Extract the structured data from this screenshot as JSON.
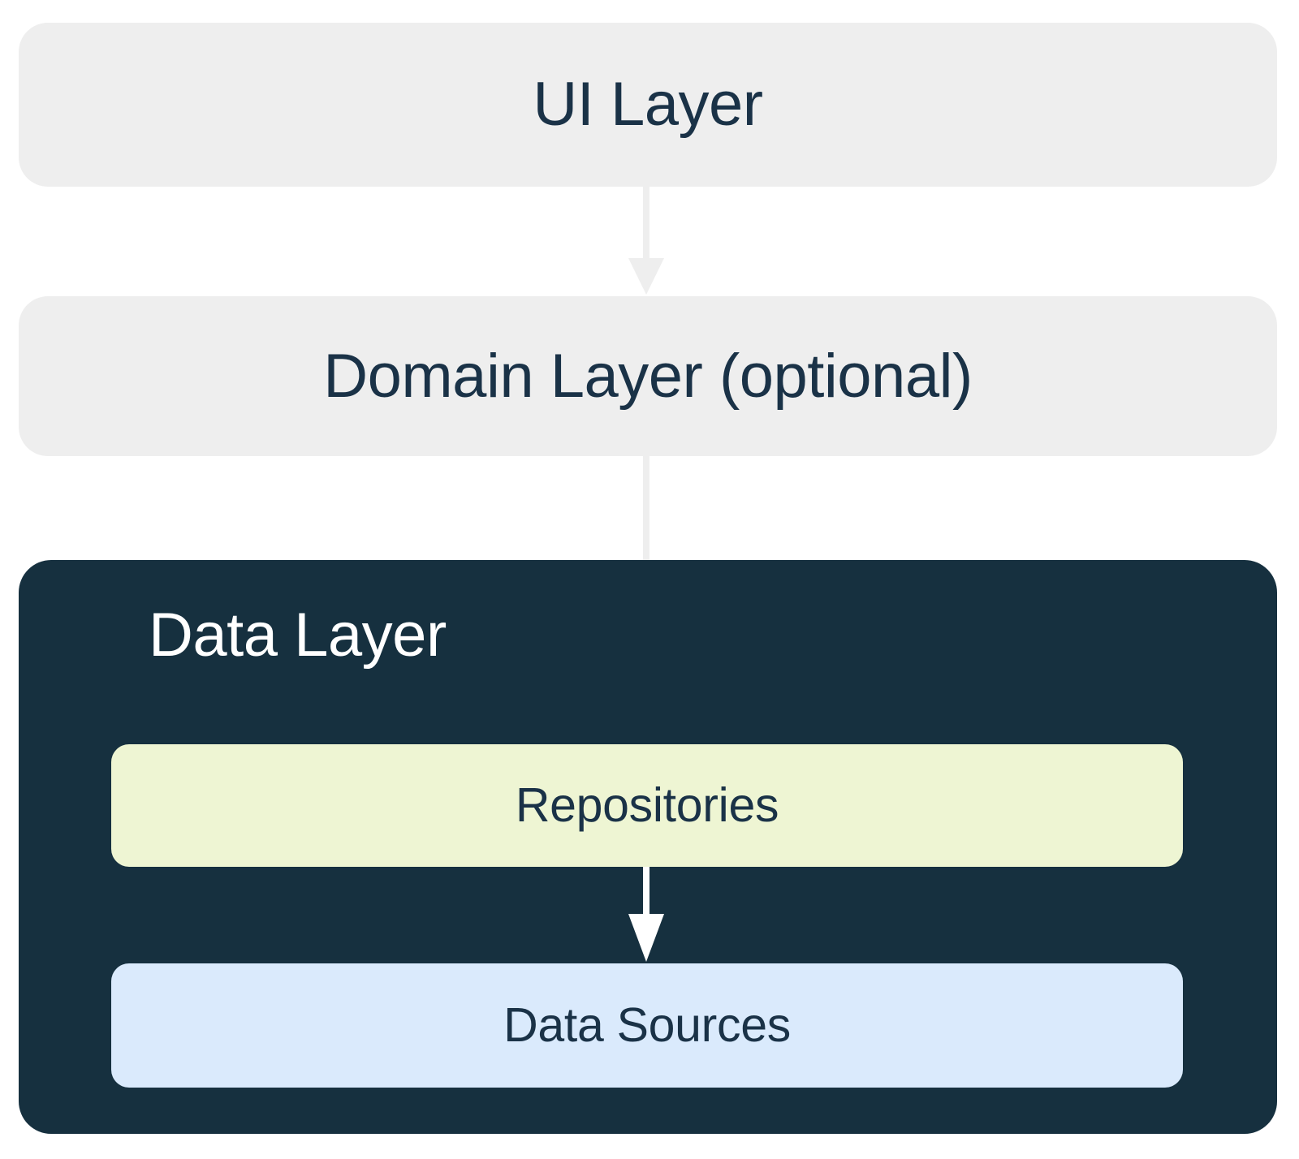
{
  "diagram": {
    "title": "Android app architecture layers",
    "type": "layered-architecture-diagram",
    "background_color": "#ffffff"
  },
  "layers": [
    {
      "id": "ui-layer",
      "label": "UI Layer",
      "fill_color": "#eeeeee",
      "text_color": "#1a3247",
      "optional": false
    },
    {
      "id": "domain-layer",
      "label": "Domain Layer (optional)",
      "fill_color": "#eeeeee",
      "text_color": "#1a3247",
      "optional": true
    },
    {
      "id": "data-layer",
      "label": "Data Layer",
      "fill_color": "#16303f",
      "text_color": "#ffffff",
      "optional": false,
      "children": [
        {
          "id": "repositories",
          "label": "Repositories",
          "fill_color": "#eef5d3",
          "text_color": "#1a3247"
        },
        {
          "id": "data-sources",
          "label": "Data Sources",
          "fill_color": "#daeafc",
          "text_color": "#1a3247"
        }
      ]
    }
  ],
  "arrows": [
    {
      "id": "ui-to-domain",
      "from": "UI Layer",
      "to": "Domain Layer (optional)",
      "direction": "down",
      "color": "#eeeeee"
    },
    {
      "id": "domain-to-repositories",
      "from": "Domain Layer (optional)",
      "to": "Repositories",
      "direction": "down",
      "color": "#ffffff"
    },
    {
      "id": "repositories-to-data-sources",
      "from": "Repositories",
      "to": "Data Sources",
      "direction": "down",
      "color": "#ffffff"
    }
  ]
}
